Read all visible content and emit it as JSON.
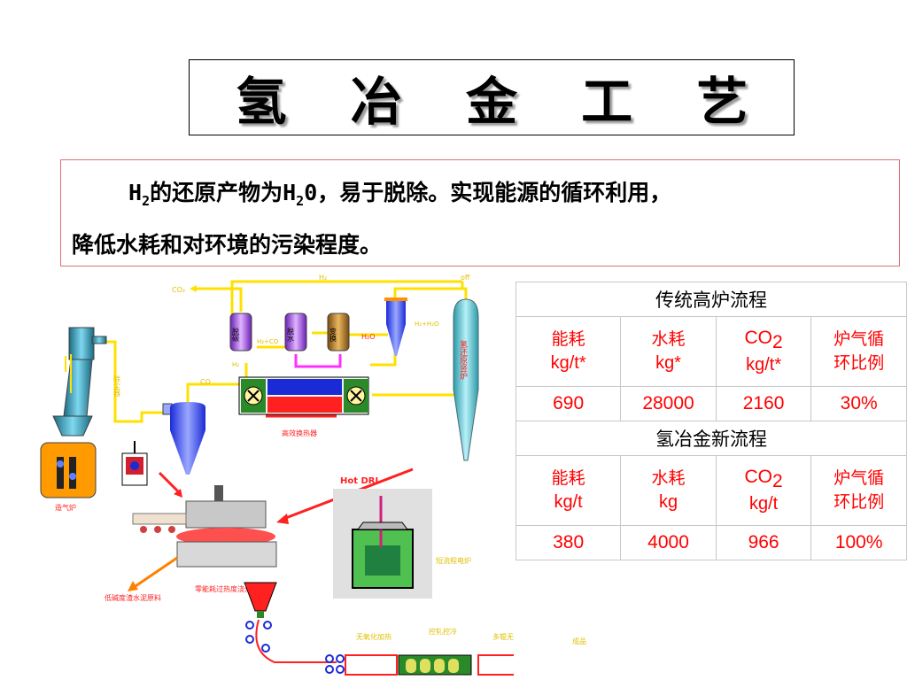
{
  "title": "氢 冶 金 工 艺",
  "intro": {
    "h2_label": "H",
    "h2_sub": "2",
    "text_a": "的还原产物为",
    "h2o_label": "H",
    "h2o_sub": "2",
    "text_b": "0，易于脱除。实现能源的循环利用，",
    "line2": "降低水耗和对环境的污染程度。"
  },
  "diagram_labels": {
    "co2_top": "CO₂",
    "h2_top": "H₂",
    "off": "off",
    "decarb": "脱碳",
    "dewater": "脱水",
    "shift": "变换",
    "h2co": "H₂+CO",
    "h2o": "H₂O",
    "h2": "H₂",
    "h2h2o": "H₂+H₂O",
    "shaft_furnace": "氢还原竖炉",
    "dust_remover": "除尘器",
    "co": "CO",
    "heat_exchanger": "高效换热器",
    "gasifier": "造气炉",
    "hot_dri": "Hot DRI",
    "eaf": "短流程电炉",
    "slag": "低碱度渣水泥原料",
    "ladle": "零能耗过热度浇注",
    "label_a": "无氧化加热",
    "label_b": "控轧控冷",
    "label_c": "多辊无酸除鳞",
    "coil": "成品"
  },
  "table": {
    "traditional_title": "传统高炉流程",
    "new_title": "氢冶金新流程",
    "headers_traditional": [
      {
        "name": "能耗",
        "unit": "kg/t*"
      },
      {
        "name": "水耗",
        "unit": "kg*"
      },
      {
        "name": "CO",
        "sub": "2",
        "unit": "kg/t*"
      },
      {
        "name": "炉气循",
        "unit": "环比例"
      }
    ],
    "values_traditional": [
      "690",
      "28000",
      "2160",
      "30%"
    ],
    "headers_new": [
      {
        "name": "能耗",
        "unit": "kg/t"
      },
      {
        "name": "水耗",
        "unit": "kg"
      },
      {
        "name": "CO",
        "sub": "2",
        "unit": "kg/t"
      },
      {
        "name": "炉气循",
        "unit": "环比例"
      }
    ],
    "values_new": [
      "380",
      "4000",
      "966",
      "100%"
    ]
  }
}
